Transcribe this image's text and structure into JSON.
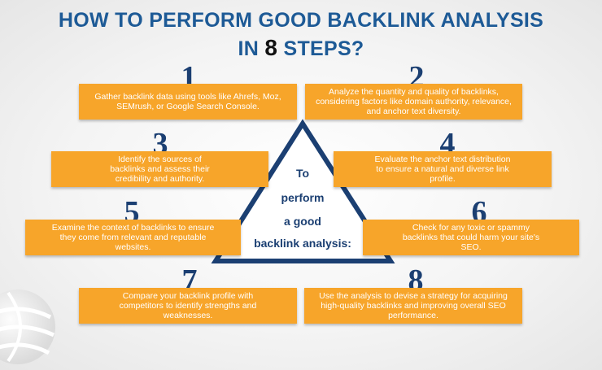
{
  "title_line1": "HOW TO PERFORM GOOD BACKLINK ANALYSIS",
  "title_line2_prefix": "IN ",
  "title_line2_number": "8",
  "title_line2_suffix": " STEPS?",
  "center": {
    "line1": "To",
    "line2": "perform",
    "line3": "a good",
    "line4": "backlink analysis:"
  },
  "steps": [
    {
      "number": "1",
      "text": "Gather backlink data using tools like Ahrefs, Moz, SEMrush, or Google Search Console."
    },
    {
      "number": "2",
      "text": "Analyze the quantity and quality of backlinks, considering factors like domain authority, relevance, and anchor text diversity."
    },
    {
      "number": "3",
      "text": "Identify the sources of backlinks and assess their credibility and authority."
    },
    {
      "number": "4",
      "text": "Evaluate the anchor text distribution to ensure a natural and diverse link profile."
    },
    {
      "number": "5",
      "text": "Examine the context of backlinks to ensure they come from relevant and reputable websites."
    },
    {
      "number": "6",
      "text": "Check for any toxic or spammy backlinks that could harm your site's SEO."
    },
    {
      "number": "7",
      "text": "Compare your backlink profile with competitors to identify strengths and weaknesses."
    },
    {
      "number": "8",
      "text": "Use the analysis to devise a strategy for acquiring high-quality backlinks and improving overall SEO performance."
    }
  ],
  "colors": {
    "title": "#1d5a96",
    "box": "#f7a52a",
    "number": "#1b3f72",
    "triangle_border": "#1b3f72"
  }
}
